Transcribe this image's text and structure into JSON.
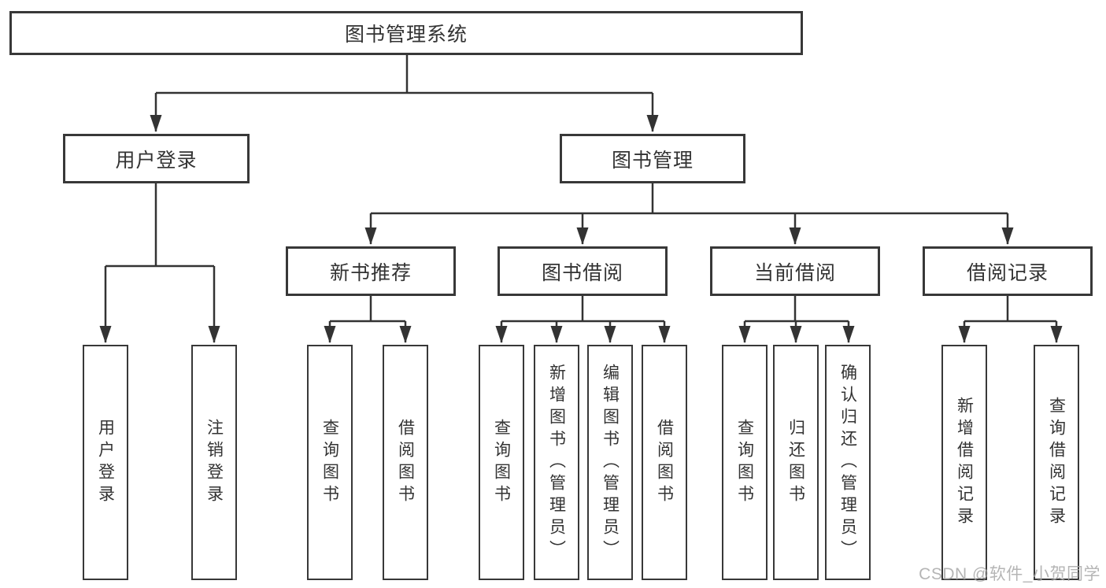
{
  "diagram": {
    "root": {
      "label": "图书管理系统"
    },
    "level2": [
      {
        "label": "用户登录"
      },
      {
        "label": "图书管理"
      }
    ],
    "level3": [
      {
        "label": "新书推荐"
      },
      {
        "label": "图书借阅"
      },
      {
        "label": "当前借阅"
      },
      {
        "label": "借阅记录"
      }
    ],
    "leaf_groups": [
      {
        "parent": "用户登录",
        "items": [
          "用户登录",
          "注销登录"
        ]
      },
      {
        "parent": "新书推荐",
        "items": [
          "查询图书",
          "借阅图书"
        ]
      },
      {
        "parent": "图书借阅",
        "items": [
          "查询图书",
          "新增图书（管理员）",
          "编辑图书（管理员）",
          "借阅图书"
        ]
      },
      {
        "parent": "当前借阅",
        "items": [
          "查询图书",
          "归还图书",
          "确认归还（管理员）"
        ]
      },
      {
        "parent": "借阅记录",
        "items": [
          "新增借阅记录",
          "查询借阅记录"
        ]
      }
    ]
  },
  "watermark": {
    "text": "CSDN @软件_小贺同学"
  },
  "colors": {
    "line": "#333333",
    "box_border": "#383838",
    "text": "#333333",
    "background": "#ffffff",
    "watermark": "#a9a9a9"
  }
}
